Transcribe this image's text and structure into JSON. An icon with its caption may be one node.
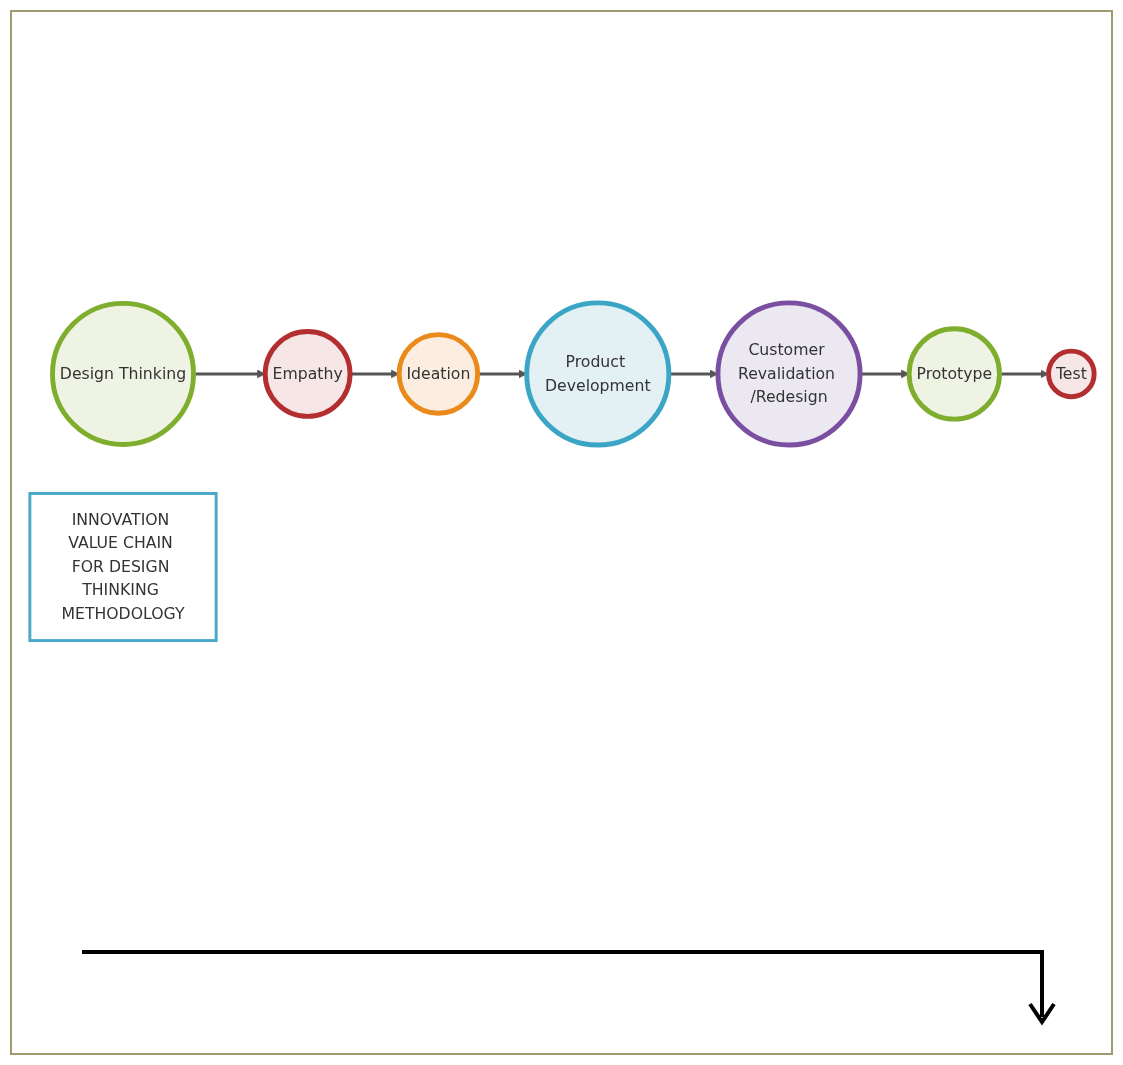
{
  "diagram": {
    "nodes": [
      {
        "text": [
          "Design Thinking"
        ]
      },
      {
        "text": [
          "Empathy"
        ]
      },
      {
        "text": [
          "Ideation"
        ]
      },
      {
        "text": [
          "Product Development"
        ]
      },
      {
        "text": [
          "Customer Revalidation /Redesign"
        ]
      },
      {
        "text": [
          "Prototype"
        ]
      },
      {
        "text": [
          "Test"
        ]
      },
      {
        "text": [
          "INNOVATION VALUE CHAIN FOR DESIGN THINKING METHODOLOGY"
        ]
      }
    ],
    "edges": [
      {
        "from": 0,
        "to": 1,
        "arrow": "to"
      },
      {
        "from": 1,
        "to": 2,
        "arrow": "to"
      },
      {
        "from": 2,
        "to": 3,
        "arrow": "to"
      },
      {
        "from": 3,
        "to": 4,
        "arrow": "to"
      },
      {
        "from": 4,
        "to": 5,
        "arrow": "to"
      },
      {
        "from": 5,
        "to": 6,
        "arrow": "to"
      }
    ]
  }
}
